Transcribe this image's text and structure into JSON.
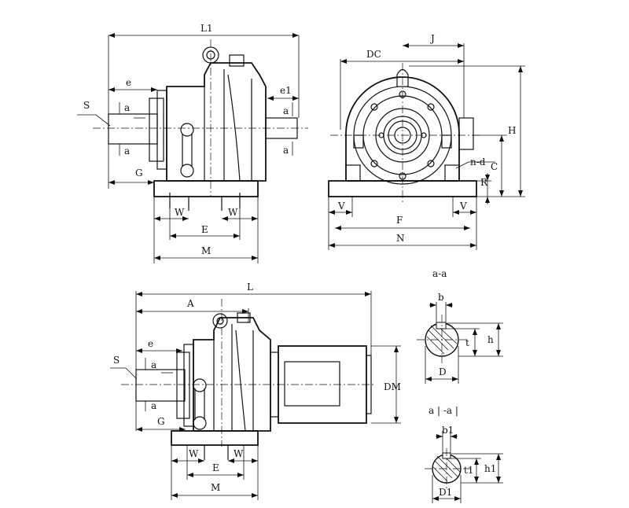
{
  "labels": {
    "L1": "L1",
    "e_top": "e",
    "e1": "e1",
    "S_top": "S",
    "a_top1": "a",
    "a_top2": "a",
    "a_right1": "a",
    "a_right2": "a",
    "G_top": "G",
    "W_top_left": "W",
    "W_top_right": "W",
    "E_top": "E",
    "M_top": "M",
    "DC": "DC",
    "J": "J",
    "H": "H",
    "C": "C",
    "nd": "n-d",
    "R": "R",
    "V_left": "V",
    "V_right": "V",
    "F": "F",
    "N": "N",
    "L": "L",
    "A": "A",
    "e_bot": "e",
    "S_bot": "S",
    "a_bot1": "a",
    "a_bot2": "a",
    "G_bot": "G",
    "DM": "DM",
    "W_bot_left": "W",
    "W_bot_right": "W",
    "E_bot": "E",
    "M_bot": "M",
    "section1_title": "a-a",
    "b": "b",
    "t": "t",
    "h": "h",
    "D": "D",
    "section2_title": "a | -a |",
    "b1": "b1",
    "t1": "t1",
    "h1": "h1",
    "D1": "D1"
  }
}
